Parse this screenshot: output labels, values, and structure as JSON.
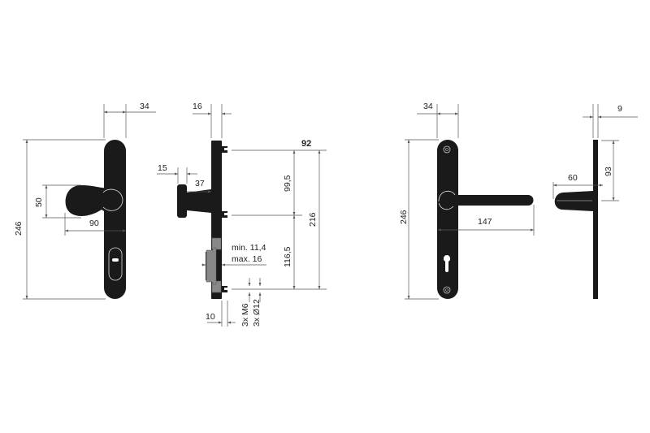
{
  "drawing": {
    "colors": {
      "part": "#1a1a1a",
      "dimension": "#555555",
      "spacer": "#888888"
    },
    "knob_front": {
      "width": "34",
      "height": "246",
      "knob_height": "50",
      "knob_offset": "90"
    },
    "knob_side": {
      "plate_thickness": "16",
      "knob_depth": "15",
      "knob_projection": "37",
      "overall_label": "92",
      "upper_spacing": "99,5",
      "lower_spacing": "116,5",
      "total_spacing": "216",
      "door_min": "min. 11,4",
      "door_max": "max. 16",
      "bolt_offset": "10",
      "thread": "3x M6",
      "hole": "3x Ø12"
    },
    "lever_front": {
      "width": "34",
      "height": "246",
      "lever_length": "147"
    },
    "lever_side": {
      "plate_thickness": "9",
      "lever_projection": "60",
      "lever_height_position": "93"
    }
  }
}
